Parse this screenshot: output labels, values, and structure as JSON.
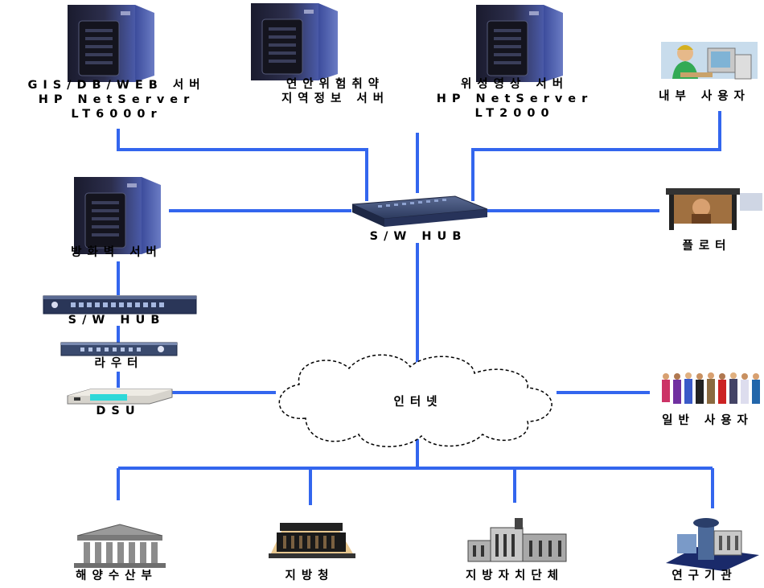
{
  "labels": {
    "gis_server_l1": "GIS/DB/WEB 서버",
    "gis_server_l2": "HP NetServer",
    "gis_server_l3": "LT6000r",
    "coast_server_l1": "연안위험취약",
    "coast_server_l2": "지역정보 서버",
    "sat_server_l1": "위성영상 서버",
    "sat_server_l2": "HP NetServer",
    "sat_server_l3": "LT2000",
    "internal_user": "내부 사용자",
    "sw_hub_main": "S/W HUB",
    "plotter": "플로터",
    "firewall_server": "방화벽 서버",
    "sw_hub_second": "S/W HUB",
    "router": "라우터",
    "dsu": "DSU",
    "internet": "인터넷",
    "general_user": "일반 사용자",
    "ministry": "해양수산부",
    "regional_office": "지방청",
    "local_government": "지방자치단체",
    "research_institute": "연구기관"
  },
  "colors": {
    "link": "#3366ee",
    "server_body": "#23243c",
    "server_accent": "#3d4e98",
    "hub_body": "#2f3d62"
  }
}
